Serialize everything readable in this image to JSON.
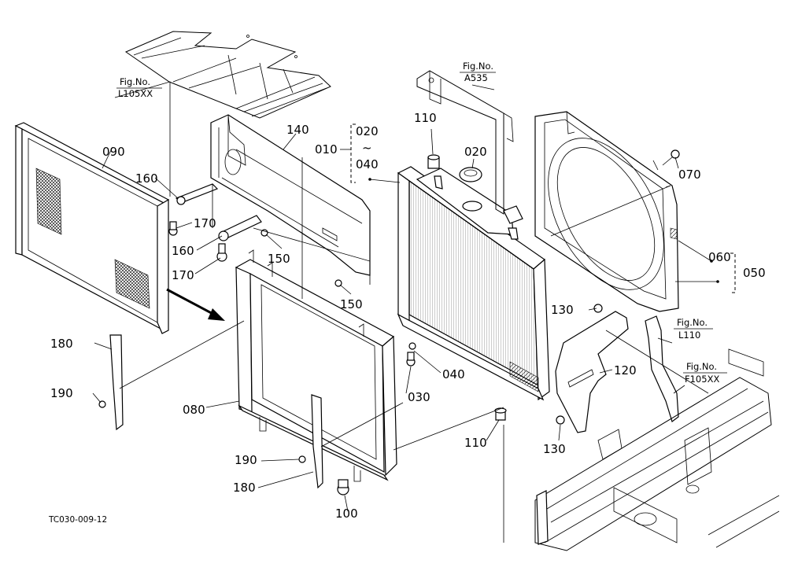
{
  "diagram": {
    "drawing_code": "TC030-009-12",
    "part_labels": [
      {
        "id": "090",
        "text": "090"
      },
      {
        "id": "160a",
        "text": "160"
      },
      {
        "id": "170a",
        "text": "170"
      },
      {
        "id": "160b",
        "text": "160"
      },
      {
        "id": "170b",
        "text": "170"
      },
      {
        "id": "140",
        "text": "140"
      },
      {
        "id": "150a",
        "text": "150"
      },
      {
        "id": "150b",
        "text": "150"
      },
      {
        "id": "010",
        "text": "010"
      },
      {
        "id": "020a",
        "text": "020"
      },
      {
        "id": "tilde",
        "text": "~"
      },
      {
        "id": "040a",
        "text": "040"
      },
      {
        "id": "110a",
        "text": "110"
      },
      {
        "id": "020b",
        "text": "020"
      },
      {
        "id": "070",
        "text": "070"
      },
      {
        "id": "060",
        "text": "060"
      },
      {
        "id": "050",
        "text": "050"
      },
      {
        "id": "130a",
        "text": "130"
      },
      {
        "id": "120",
        "text": "120"
      },
      {
        "id": "130b",
        "text": "130"
      },
      {
        "id": "040b",
        "text": "040"
      },
      {
        "id": "030",
        "text": "030"
      },
      {
        "id": "110b",
        "text": "110"
      },
      {
        "id": "180a",
        "text": "180"
      },
      {
        "id": "190a",
        "text": "190"
      },
      {
        "id": "080",
        "text": "080"
      },
      {
        "id": "190b",
        "text": "190"
      },
      {
        "id": "180b",
        "text": "180"
      },
      {
        "id": "100",
        "text": "100"
      }
    ],
    "fig_refs": [
      {
        "id": "L105XX",
        "line1": "Fig.No.",
        "line2": "L105XX"
      },
      {
        "id": "A535",
        "line1": "Fig.No.",
        "line2": "A535"
      },
      {
        "id": "L110",
        "line1": "Fig.No.",
        "line2": "L110"
      },
      {
        "id": "F105XX",
        "line1": "Fig.No.",
        "line2": "F105XX"
      }
    ]
  }
}
